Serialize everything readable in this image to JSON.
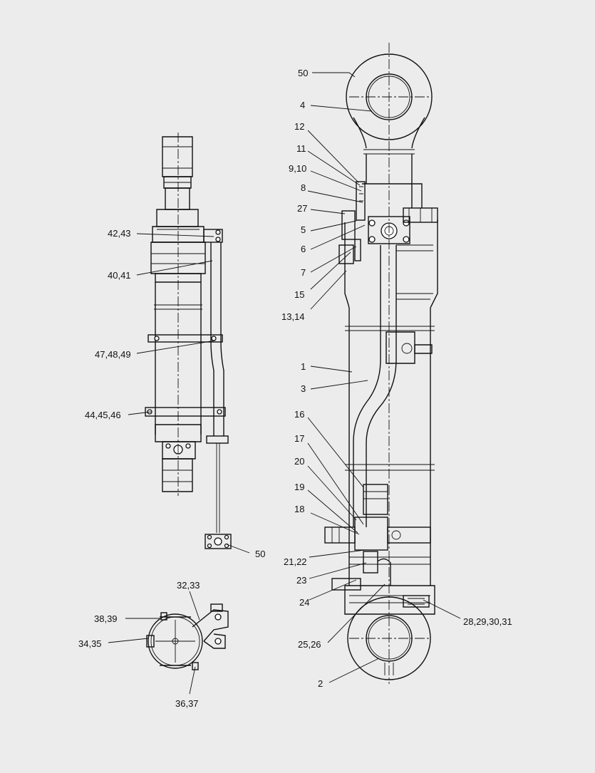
{
  "labels": {
    "l50_top": "50",
    "l4": "4",
    "l12": "12",
    "l11": "11",
    "l9_10": "9,10",
    "l8": "8",
    "l27": "27",
    "l5": "5",
    "l6": "6",
    "l7": "7",
    "l15": "15",
    "l13_14": "13,14",
    "l1": "1",
    "l3": "3",
    "l16": "16",
    "l17": "17",
    "l20": "20",
    "l19": "19",
    "l18": "18",
    "l21_22": "21,22",
    "l23": "23",
    "l24": "24",
    "l25_26": "25,26",
    "l2": "2",
    "l28_31": "28,29,30,31",
    "l42_43": "42,43",
    "l40_41": "40,41",
    "l47_49": "47,48,49",
    "l44_46": "44,45,46",
    "l50_bottom": "50",
    "l32_33": "32,33",
    "l38_39": "38,39",
    "l34_35": "34,35",
    "l36_37": "36,37"
  }
}
